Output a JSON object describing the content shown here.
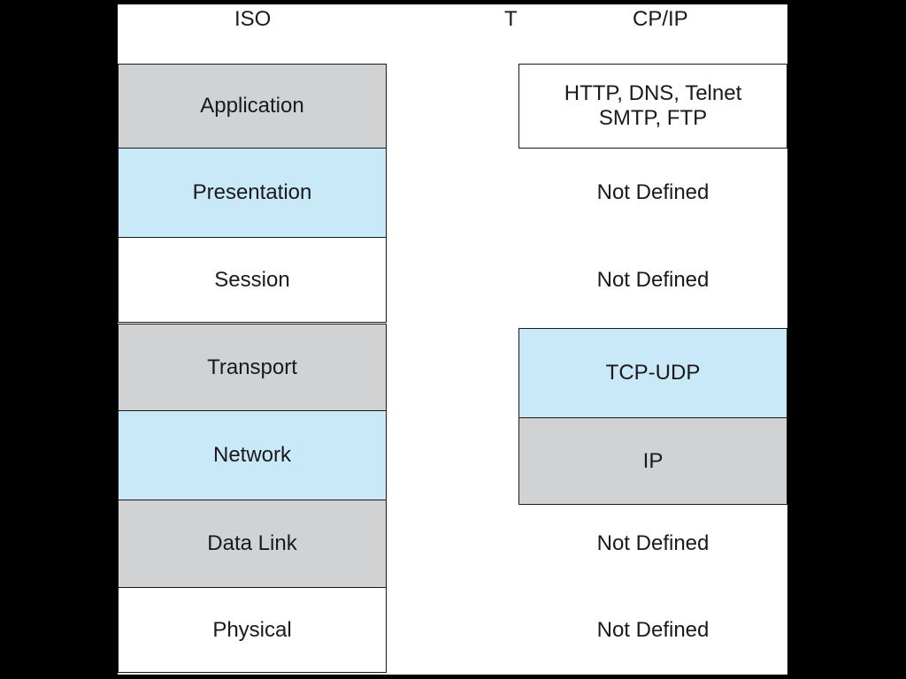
{
  "header": {
    "iso": "ISO",
    "t": "T",
    "cpip": "CP/IP"
  },
  "colors": {
    "gray": "#d1d2d4",
    "blue": "#c9e8f8",
    "white": "#ffffff",
    "background": "#000000"
  },
  "iso_layers": [
    {
      "label": "Application",
      "fill": "gray"
    },
    {
      "label": "Presentation",
      "fill": "blue"
    },
    {
      "label": "Session",
      "fill": "white"
    },
    {
      "label": "Transport",
      "fill": "gray"
    },
    {
      "label": "Network",
      "fill": "blue"
    },
    {
      "label": "Data Link",
      "fill": "gray"
    },
    {
      "label": "Physical",
      "fill": "white"
    }
  ],
  "tcpip_layers": [
    {
      "label": "HTTP, DNS, Telnet\nSMTP, FTP",
      "boxed": true,
      "fill": "white"
    },
    {
      "label": "Not Defined",
      "boxed": false
    },
    {
      "label": "Not Defined",
      "boxed": false
    },
    {
      "label": "TCP-UDP",
      "boxed": true,
      "fill": "blue"
    },
    {
      "label": "IP",
      "boxed": true,
      "fill": "gray"
    },
    {
      "label": "Not Defined",
      "boxed": false
    },
    {
      "label": "Not Defined",
      "boxed": false
    }
  ]
}
